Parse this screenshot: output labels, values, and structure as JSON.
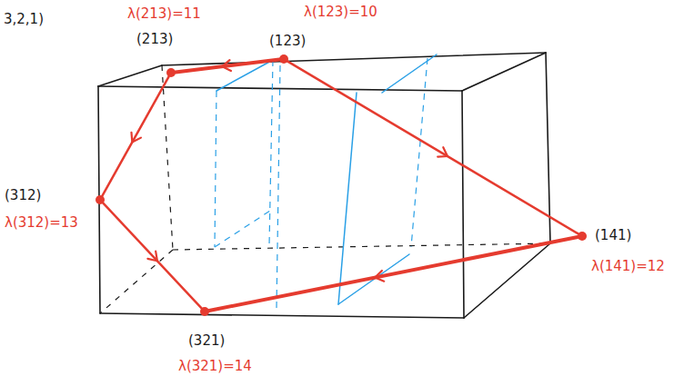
{
  "diagram": {
    "nodes": [
      {
        "text": [
          "(213)",
          "λ(213)=11"
        ]
      },
      {
        "text": [
          "(123)",
          "λ(123)=10"
        ]
      },
      {
        "text": [
          "(312)",
          "λ(312)=13"
        ]
      },
      {
        "text": [
          "(141)",
          "λ(141)=12"
        ]
      },
      {
        "text": [
          "(321)",
          "λ(321)=14"
        ]
      }
    ],
    "edges": [
      {
        "from": 1,
        "to": 0,
        "arrow": "to"
      },
      {
        "from": 0,
        "to": 2,
        "arrow": "to"
      },
      {
        "from": 2,
        "to": 4,
        "arrow": "to"
      },
      {
        "from": 3,
        "to": 4,
        "arrow": "to"
      },
      {
        "from": 1,
        "to": 3,
        "arrow": "to"
      }
    ],
    "labels": [
      "3,2,1)"
    ]
  }
}
